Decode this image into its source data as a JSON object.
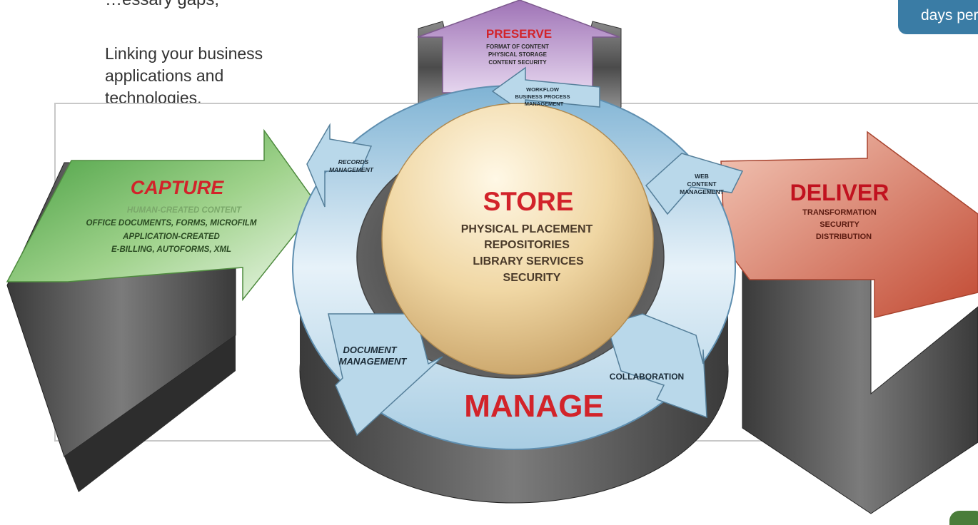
{
  "cut_text": "…essary gaps,",
  "intro": "Linking your business applications and technologies.",
  "corner_badge": "days per",
  "diagram": {
    "capture": {
      "title": "CAPTURE",
      "lines": [
        "HUMAN-CREATED CONTENT",
        "OFFICE DOCUMENTS, FORMS, MICROFILM",
        "APPLICATION-CREATED",
        "E-BILLING, AUTOFORMS, XML"
      ]
    },
    "preserve": {
      "title": "PRESERVE",
      "lines": [
        "FORMAT OF CONTENT",
        "PHYSICAL STORAGE",
        "CONTENT SECURITY"
      ]
    },
    "store": {
      "title": "STORE",
      "lines": [
        "PHYSICAL PLACEMENT",
        "REPOSITORIES",
        "LIBRARY SERVICES",
        "SECURITY"
      ]
    },
    "deliver": {
      "title": "DELIVER",
      "lines": [
        "TRANSFORMATION",
        "SECURITY",
        "DISTRIBUTION"
      ]
    },
    "manage": {
      "title": "MANAGE",
      "workflow": [
        "WORKFLOW",
        "BUSINESS PROCESS",
        "MANAGEMENT"
      ],
      "records": [
        "RECORDS",
        "MANAGEMENT"
      ],
      "web": [
        "WEB",
        "CONTENT",
        "MANAGEMENT"
      ],
      "document": [
        "DOCUMENT",
        "MANAGEMENT"
      ],
      "collaboration": "COLLABORATION"
    }
  },
  "colors": {
    "accent_red": "#d2232a",
    "capture_green": "#5aa845",
    "preserve_purple": "#b28fc4",
    "deliver_red": "#d0604b",
    "ring_blue": "#a8cde3",
    "sphere": "#f1d9a9",
    "badge": "#3a7ca5"
  }
}
